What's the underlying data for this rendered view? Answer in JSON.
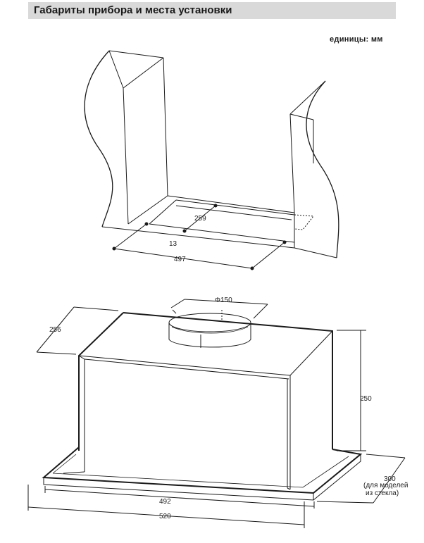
{
  "header": {
    "title": "Габариты прибора и места установки"
  },
  "units": {
    "label": "единицы",
    "separator": ":",
    "value": "мм"
  },
  "cutout": {
    "depth": "259",
    "offset": "13",
    "width": "497"
  },
  "hood": {
    "duct_diameter": "Φ150",
    "body_depth": "256",
    "height": "250",
    "panel_depth": "300",
    "panel_note_line1": "(для моделей",
    "panel_note_line2": "из стекла)",
    "body_width": "492",
    "panel_width": "520"
  },
  "colors": {
    "line": "#1a1a1a",
    "header_bg": "#d9d9d9",
    "panel_fill": "#eeeeee"
  }
}
